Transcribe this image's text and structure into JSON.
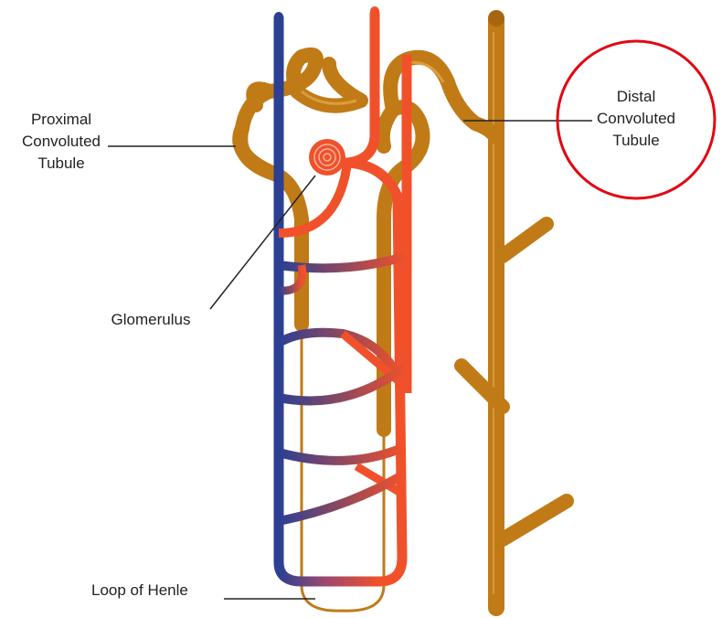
{
  "labels": {
    "proximal": [
      "Proximal",
      "Convoluted",
      "Tubule"
    ],
    "distal": [
      "Distal",
      "Convoluted",
      "Tubule"
    ],
    "glomerulus": "Glomerulus",
    "loop": "Loop of Henle"
  },
  "colors": {
    "tubule": "#c07b17",
    "tubule_highlight": "#e3a548",
    "vein": "#2b3f93",
    "artery": "#f0512b",
    "highlight_circle": "#e30613",
    "leader": "#222222"
  }
}
